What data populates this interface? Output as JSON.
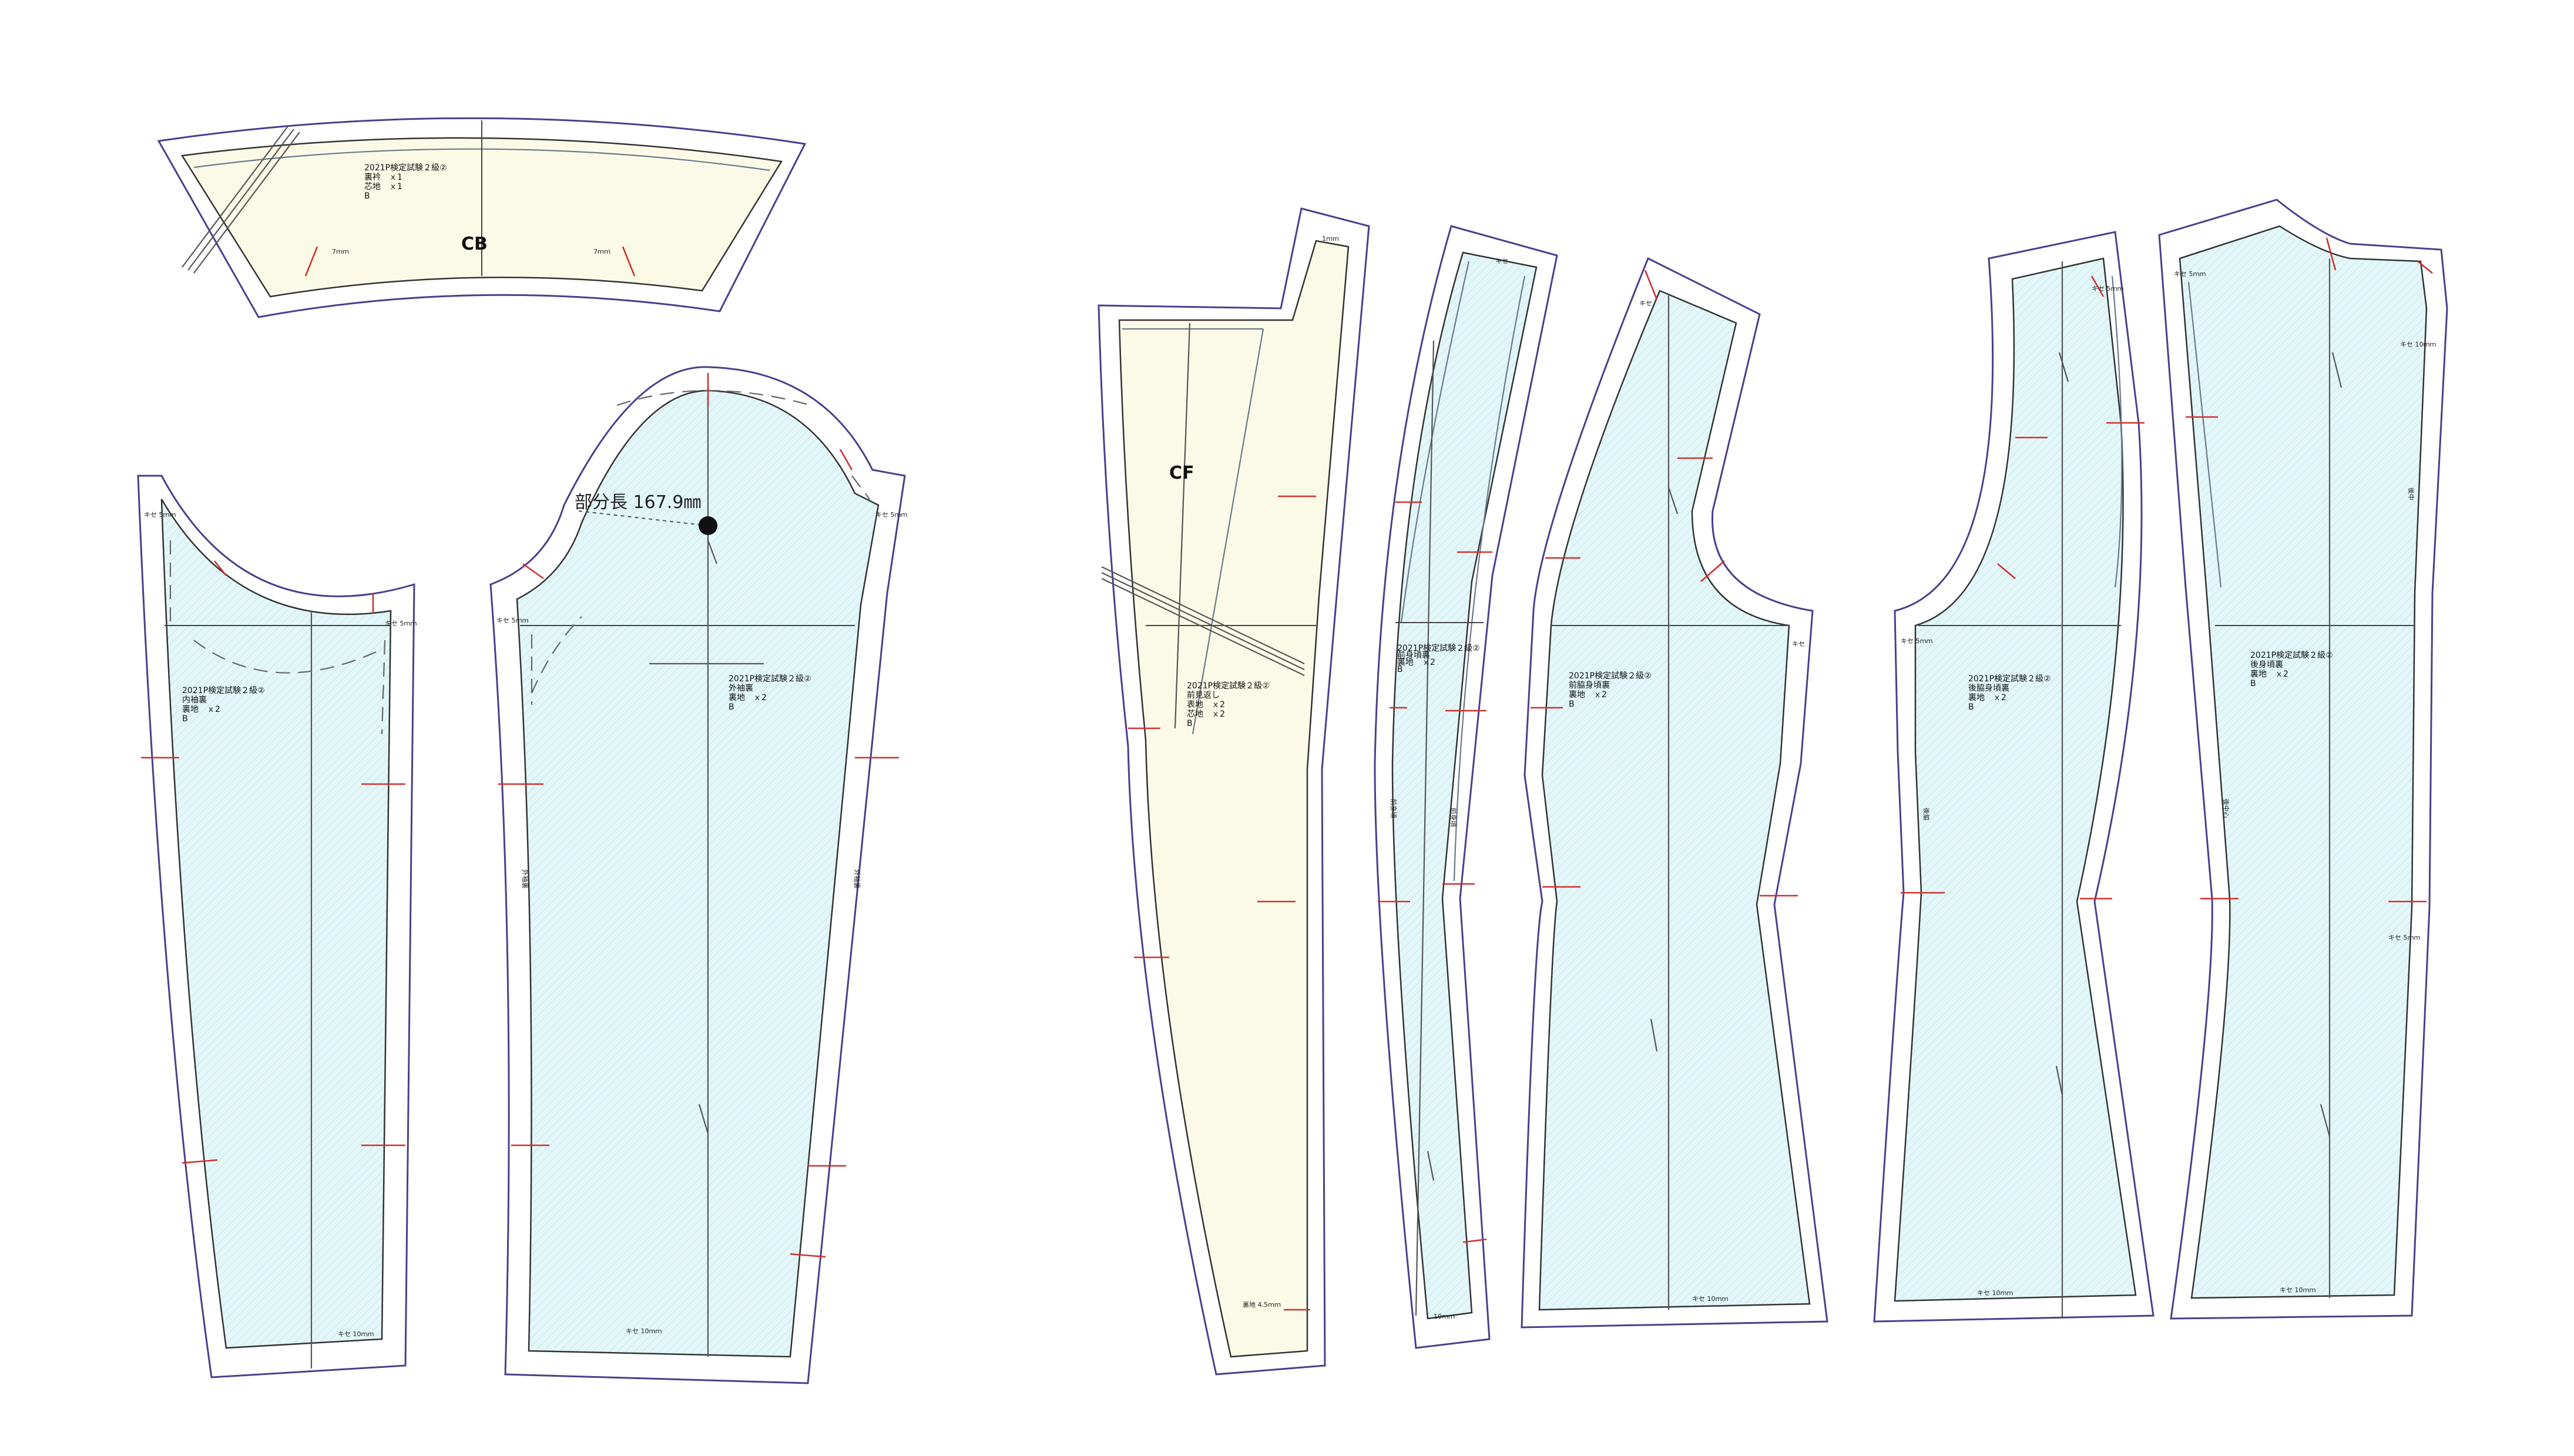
{
  "colors": {
    "lining_fill": "#e4f7f8",
    "cream_fill": "#fafae6",
    "seam_line": "#4b3f8c",
    "notch": "#d03030"
  },
  "measure": {
    "text": "部分長 167.9㎜"
  },
  "collar": {
    "labels": [
      "2021P検定試験２級②",
      "裏衿　ｘ1",
      "芯地　ｘ1",
      "B"
    ],
    "center_mark": "CB",
    "side_mark_left": "7ｍｍ",
    "side_mark_right": "7ｍｍ"
  },
  "under_sleeve": {
    "labels": [
      "2021P検定試験２級②",
      "内袖裏",
      "裏地　ｘ2",
      "B"
    ],
    "mark_top_left": "キセ 5ｍｍ",
    "mark_top_right": "キセ 5ｍｍ",
    "mark_bottom": "キセ 10ｍｍ"
  },
  "top_sleeve": {
    "labels": [
      "2021P検定試験２級②",
      "外袖裏",
      "裏地　ｘ2",
      "B"
    ],
    "mark_top_left": "キセ 5ｍｍ",
    "mark_top_right": "キセ 5ｍｍ",
    "mark_bottom": "キセ 10ｍｍ",
    "side_left": "外袖裏",
    "side_right": "外袖裏"
  },
  "front_facing": {
    "cf": "CF",
    "labels": [
      "2021P検定試験２級②",
      "前見返し",
      "表地　ｘ2",
      "芯地　ｘ2",
      "B"
    ],
    "bottom_mark": "裏地 4.5ｍｍ",
    "top_mark": "1ｍｍ"
  },
  "front_lining": {
    "labels": [
      "2021P検定試験２級②",
      "前身頃裏",
      "裏地　ｘ2",
      "B"
    ],
    "mark_top": "キセ",
    "side_left": "前身頃",
    "side_right": "前身頃",
    "mark_bottom": "10ｍｍ"
  },
  "side_front_lining": {
    "labels": [
      "2021P検定試験２級②",
      "前脇身頃裏",
      "裏地　ｘ2",
      "B"
    ],
    "mark_top": "キセ",
    "mark_right": "キセ",
    "mark_bottom": "キセ 10ｍｍ"
  },
  "side_back_lining": {
    "labels": [
      "2021P検定試験２級②",
      "後脇身頃裏",
      "裏地　ｘ2",
      "B"
    ],
    "mark_top": "キセ 5ｍｍ",
    "mark_left": "キセ 5ｍｍ",
    "side_left": "後脇",
    "mark_bottom": "キセ 10ｍｍ"
  },
  "back_lining": {
    "labels": [
      "2021P検定試験２級②",
      "後身頃裏",
      "裏地　ｘ2",
      "B"
    ],
    "mark_top": "キセ 5ｍｍ",
    "mark_right_top": "キセ 10ｍｍ",
    "mark_right_mid": "後中",
    "mark_right_low": "キセ 5ｍｍ",
    "side_left": "後中心",
    "mark_bottom": "キセ 10ｍｍ"
  }
}
